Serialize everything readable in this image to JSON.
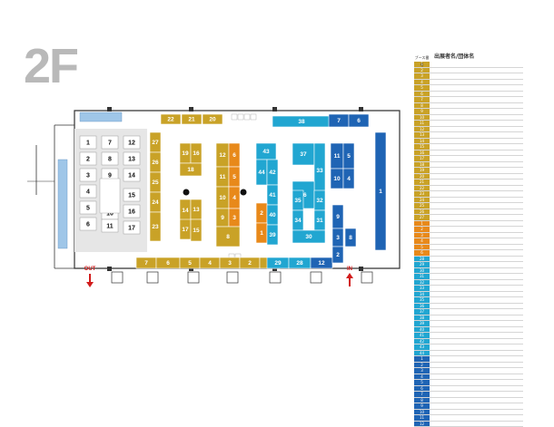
{
  "floor_label": "2F",
  "list_header": {
    "booth": "ブース番号",
    "exhibitor": "出展者名/団体名"
  },
  "colors": {
    "gold": "#c9a227",
    "orange": "#e8891a",
    "cyan": "#21a6d1",
    "blue": "#1f64b4",
    "arrow": "#d21c1c",
    "wall": "#333333",
    "zone": "#e6e6e6",
    "light_blue": "#9fc6e8"
  },
  "exhibitors": [
    {
      "num": "1",
      "color": "gold",
      "name": ""
    },
    {
      "num": "2",
      "color": "gold",
      "name": ""
    },
    {
      "num": "3",
      "color": "gold",
      "name": ""
    },
    {
      "num": "4",
      "color": "gold",
      "name": ""
    },
    {
      "num": "5",
      "color": "gold",
      "name": ""
    },
    {
      "num": "6",
      "color": "gold",
      "name": ""
    },
    {
      "num": "7",
      "color": "gold",
      "name": ""
    },
    {
      "num": "8",
      "color": "gold",
      "name": ""
    },
    {
      "num": "9",
      "color": "gold",
      "name": ""
    },
    {
      "num": "10",
      "color": "gold",
      "name": ""
    },
    {
      "num": "11",
      "color": "gold",
      "name": ""
    },
    {
      "num": "12",
      "color": "gold",
      "name": ""
    },
    {
      "num": "13",
      "color": "gold",
      "name": ""
    },
    {
      "num": "14",
      "color": "gold",
      "name": ""
    },
    {
      "num": "15",
      "color": "gold",
      "name": ""
    },
    {
      "num": "16",
      "color": "gold",
      "name": ""
    },
    {
      "num": "17",
      "color": "gold",
      "name": ""
    },
    {
      "num": "18",
      "color": "gold",
      "name": ""
    },
    {
      "num": "19",
      "color": "gold",
      "name": ""
    },
    {
      "num": "20",
      "color": "gold",
      "name": ""
    },
    {
      "num": "21",
      "color": "gold",
      "name": ""
    },
    {
      "num": "22",
      "color": "gold",
      "name": ""
    },
    {
      "num": "23",
      "color": "gold",
      "name": ""
    },
    {
      "num": "24",
      "color": "gold",
      "name": ""
    },
    {
      "num": "25",
      "color": "gold",
      "name": ""
    },
    {
      "num": "26",
      "color": "gold",
      "name": ""
    },
    {
      "num": "27",
      "color": "gold",
      "name": ""
    },
    {
      "num": "1",
      "color": "orange",
      "name": ""
    },
    {
      "num": "2",
      "color": "orange",
      "name": ""
    },
    {
      "num": "3",
      "color": "orange",
      "name": ""
    },
    {
      "num": "4",
      "color": "orange",
      "name": ""
    },
    {
      "num": "5",
      "color": "orange",
      "name": ""
    },
    {
      "num": "6",
      "color": "orange",
      "name": ""
    },
    {
      "num": "28",
      "color": "cyan",
      "name": ""
    },
    {
      "num": "29",
      "color": "cyan",
      "name": ""
    },
    {
      "num": "30",
      "color": "cyan",
      "name": ""
    },
    {
      "num": "31",
      "color": "cyan",
      "name": ""
    },
    {
      "num": "32",
      "color": "cyan",
      "name": ""
    },
    {
      "num": "33",
      "color": "cyan",
      "name": ""
    },
    {
      "num": "34",
      "color": "cyan",
      "name": ""
    },
    {
      "num": "35",
      "color": "cyan",
      "name": ""
    },
    {
      "num": "36",
      "color": "cyan",
      "name": ""
    },
    {
      "num": "37",
      "color": "cyan",
      "name": ""
    },
    {
      "num": "38",
      "color": "cyan",
      "name": ""
    },
    {
      "num": "39",
      "color": "cyan",
      "name": ""
    },
    {
      "num": "40",
      "color": "cyan",
      "name": ""
    },
    {
      "num": "41",
      "color": "cyan",
      "name": ""
    },
    {
      "num": "42",
      "color": "cyan",
      "name": ""
    },
    {
      "num": "43",
      "color": "cyan",
      "name": ""
    },
    {
      "num": "44",
      "color": "cyan",
      "name": ""
    },
    {
      "num": "1",
      "color": "blue",
      "name": ""
    },
    {
      "num": "2",
      "color": "blue",
      "name": ""
    },
    {
      "num": "3",
      "color": "blue",
      "name": ""
    },
    {
      "num": "4",
      "color": "blue",
      "name": ""
    },
    {
      "num": "5",
      "color": "blue",
      "name": ""
    },
    {
      "num": "6",
      "color": "blue",
      "name": ""
    },
    {
      "num": "7",
      "color": "blue",
      "name": ""
    },
    {
      "num": "8",
      "color": "blue",
      "name": ""
    },
    {
      "num": "9",
      "color": "blue",
      "name": ""
    },
    {
      "num": "10",
      "color": "blue",
      "name": ""
    },
    {
      "num": "11",
      "color": "blue",
      "name": ""
    },
    {
      "num": "12",
      "color": "blue",
      "name": ""
    }
  ],
  "booths": [
    {
      "num": "22",
      "color": "gold"
    },
    {
      "num": "21",
      "color": "gold"
    },
    {
      "num": "20",
      "color": "gold"
    },
    {
      "num": "27",
      "color": "gold"
    },
    {
      "num": "26",
      "color": "gold"
    },
    {
      "num": "25",
      "color": "gold"
    },
    {
      "num": "24",
      "color": "gold"
    },
    {
      "num": "23",
      "color": "gold"
    },
    {
      "num": "19",
      "color": "gold"
    },
    {
      "num": "16",
      "color": "gold"
    },
    {
      "num": "18",
      "color": "gold"
    },
    {
      "num": "14",
      "color": "gold"
    },
    {
      "num": "13",
      "color": "gold"
    },
    {
      "num": "17",
      "color": "gold"
    },
    {
      "num": "15",
      "color": "gold"
    },
    {
      "num": "12",
      "color": "gold"
    },
    {
      "num": "6",
      "color": "orange"
    },
    {
      "num": "11",
      "color": "gold"
    },
    {
      "num": "5",
      "color": "orange"
    },
    {
      "num": "10",
      "color": "gold"
    },
    {
      "num": "4",
      "color": "orange"
    },
    {
      "num": "9",
      "color": "gold"
    },
    {
      "num": "3",
      "color": "orange"
    },
    {
      "num": "8",
      "color": "gold"
    },
    {
      "num": "7",
      "color": "gold"
    },
    {
      "num": "6",
      "color": "gold"
    },
    {
      "num": "5",
      "color": "gold"
    },
    {
      "num": "4",
      "color": "gold"
    },
    {
      "num": "3",
      "color": "gold"
    },
    {
      "num": "2",
      "color": "gold"
    },
    {
      "num": "1",
      "color": "gold"
    },
    {
      "num": "29",
      "color": "cyan"
    },
    {
      "num": "28",
      "color": "cyan"
    },
    {
      "num": "12",
      "color": "blue"
    },
    {
      "num": "38",
      "color": "cyan"
    },
    {
      "num": "43",
      "color": "cyan"
    },
    {
      "num": "44",
      "color": "cyan"
    },
    {
      "num": "42",
      "color": "cyan"
    },
    {
      "num": "41",
      "color": "cyan"
    },
    {
      "num": "2",
      "color": "orange"
    },
    {
      "num": "40",
      "color": "cyan"
    },
    {
      "num": "1",
      "color": "orange"
    },
    {
      "num": "39",
      "color": "cyan"
    },
    {
      "num": "37",
      "color": "cyan"
    },
    {
      "num": "33",
      "color": "cyan"
    },
    {
      "num": "36",
      "color": "cyan"
    },
    {
      "num": "35",
      "color": "cyan"
    },
    {
      "num": "32",
      "color": "cyan"
    },
    {
      "num": "34",
      "color": "cyan"
    },
    {
      "num": "31",
      "color": "cyan"
    },
    {
      "num": "30",
      "color": "cyan"
    },
    {
      "num": "7",
      "color": "blue"
    },
    {
      "num": "6",
      "color": "blue"
    },
    {
      "num": "11",
      "color": "blue"
    },
    {
      "num": "5",
      "color": "blue"
    },
    {
      "num": "10",
      "color": "blue"
    },
    {
      "num": "4",
      "color": "blue"
    },
    {
      "num": "9",
      "color": "blue"
    },
    {
      "num": "3",
      "color": "blue"
    },
    {
      "num": "8",
      "color": "blue"
    },
    {
      "num": "2",
      "color": "blue"
    },
    {
      "num": "1",
      "color": "blue"
    }
  ],
  "rooms": [
    "1",
    "7",
    "12",
    "2",
    "8",
    "13",
    "3",
    "9",
    "14",
    "4",
    "15",
    "5",
    "10",
    "16",
    "6",
    "11",
    "17"
  ],
  "markers": {
    "out": "OUT",
    "in": "IN"
  }
}
